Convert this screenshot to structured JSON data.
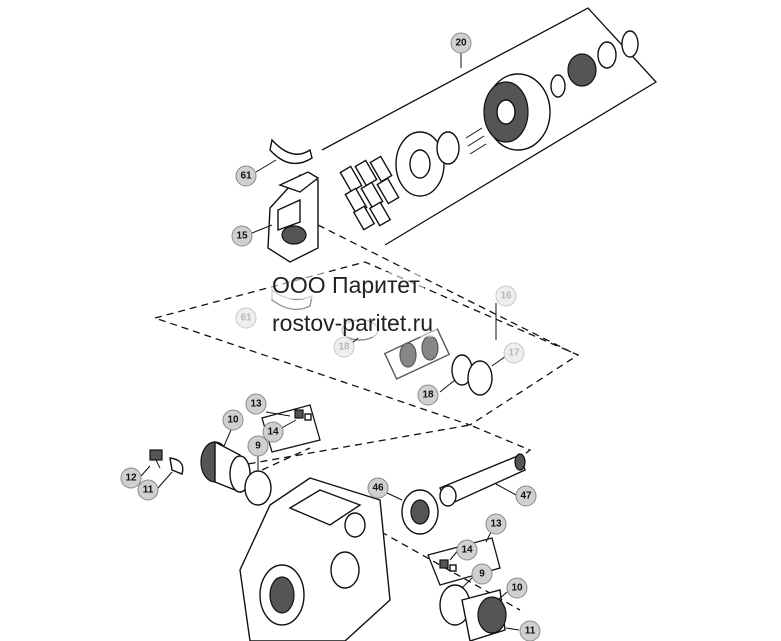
{
  "watermark": {
    "company": "ООО Паритет",
    "site": "rostov-paritet.ru"
  },
  "callouts": [
    {
      "id": "c20",
      "label": "20"
    },
    {
      "id": "c61a",
      "label": "61"
    },
    {
      "id": "c15",
      "label": "15"
    },
    {
      "id": "c16",
      "label": "16"
    },
    {
      "id": "c61b",
      "label": "61"
    },
    {
      "id": "c18a",
      "label": "18"
    },
    {
      "id": "c17",
      "label": "17"
    },
    {
      "id": "c18b",
      "label": "18"
    },
    {
      "id": "c13a",
      "label": "13"
    },
    {
      "id": "c10a",
      "label": "10"
    },
    {
      "id": "c14a",
      "label": "14"
    },
    {
      "id": "c9a",
      "label": "9"
    },
    {
      "id": "c12",
      "label": "12"
    },
    {
      "id": "c11a",
      "label": "11"
    },
    {
      "id": "c46",
      "label": "46"
    },
    {
      "id": "c47",
      "label": "47"
    },
    {
      "id": "c13b",
      "label": "13"
    },
    {
      "id": "c14b",
      "label": "14"
    },
    {
      "id": "c9b",
      "label": "9"
    },
    {
      "id": "c10b",
      "label": "10"
    },
    {
      "id": "c11b",
      "label": "11"
    }
  ]
}
